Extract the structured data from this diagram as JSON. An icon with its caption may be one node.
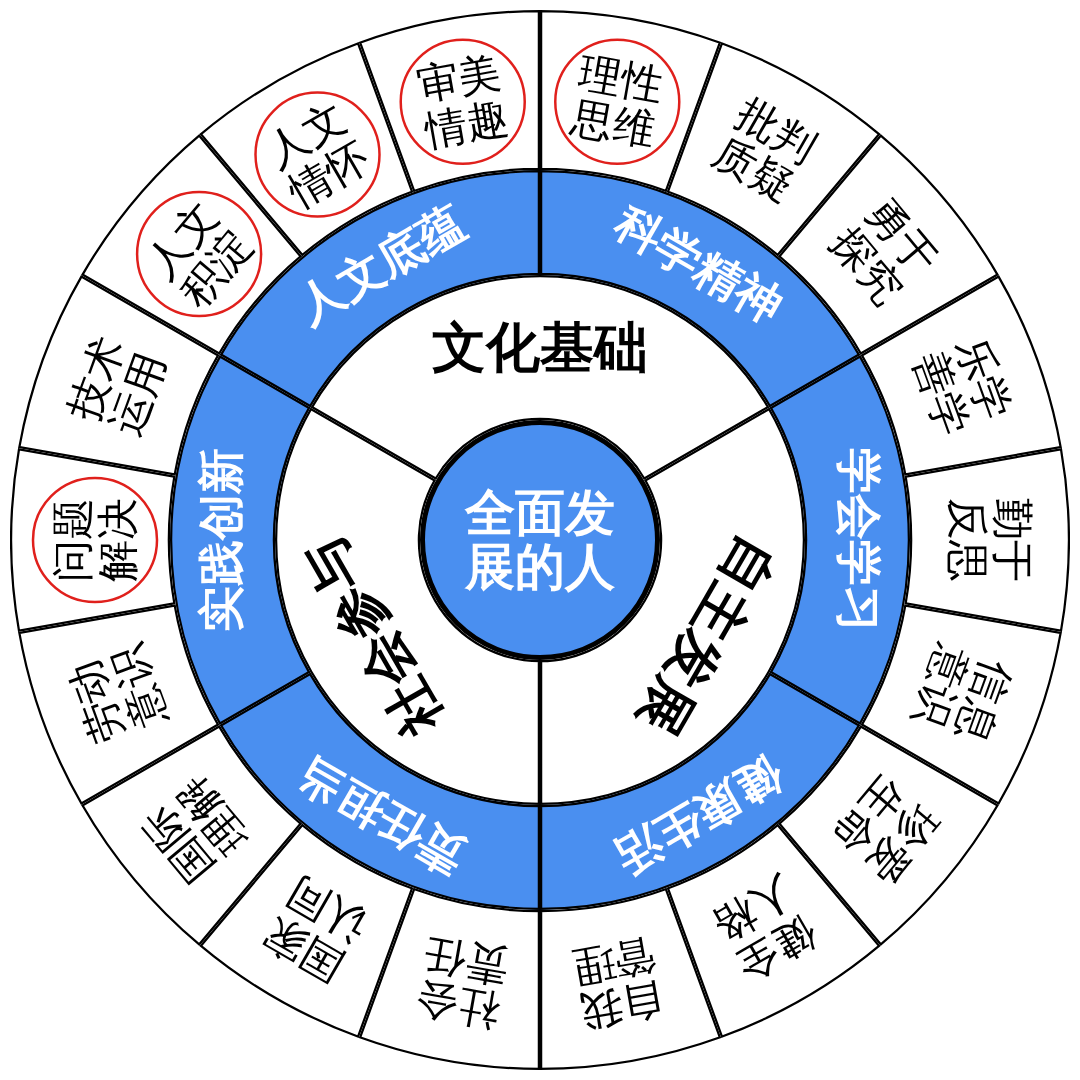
{
  "diagram": {
    "nodes": [
      {
        "text": [
          "全面发展的人"
        ]
      },
      {
        "text": [
          "文化基础"
        ]
      },
      {
        "text": [
          "自主发展"
        ]
      },
      {
        "text": [
          "社会参与"
        ]
      },
      {
        "text": [
          "科学精神"
        ]
      },
      {
        "text": [
          "学会学习"
        ]
      },
      {
        "text": [
          "健康生活"
        ]
      },
      {
        "text": [
          "责任担当"
        ]
      },
      {
        "text": [
          "实践创新"
        ]
      },
      {
        "text": [
          "人文底蕴"
        ]
      },
      {
        "text": [],
        "shape": "sector"
      },
      {
        "text": [
          "理性思维"
        ],
        "in": 10
      },
      {
        "text": [
          "批判质疑"
        ]
      },
      {
        "text": [
          "勇于探究"
        ]
      },
      {
        "text": [
          "乐学善学"
        ]
      },
      {
        "text": [
          "勤于反思"
        ]
      },
      {
        "text": [
          "信息意识"
        ]
      },
      {
        "text": [
          "珍爱生命"
        ]
      },
      {
        "text": [
          "健全人格"
        ]
      },
      {
        "text": [
          "自我管理"
        ]
      },
      {
        "text": [
          "社会责任"
        ]
      },
      {
        "text": [
          "国家认同"
        ]
      },
      {
        "text": [
          "国际理解"
        ]
      },
      {
        "text": [
          "劳动意识"
        ]
      },
      {
        "text": [],
        "shape": "sector"
      },
      {
        "text": [
          "问题解决"
        ],
        "in": 24
      },
      {
        "text": [
          "技术运用"
        ]
      },
      {
        "text": [],
        "shape": "sector"
      },
      {
        "text": [
          "人文积淀"
        ],
        "in": 27
      },
      {
        "text": [],
        "shape": "sector"
      },
      {
        "text": [
          "人文情怀"
        ],
        "in": 29
      },
      {
        "text": [],
        "shape": "sector"
      },
      {
        "text": [
          "审美情趣"
        ],
        "in": 31
      }
    ]
  }
}
